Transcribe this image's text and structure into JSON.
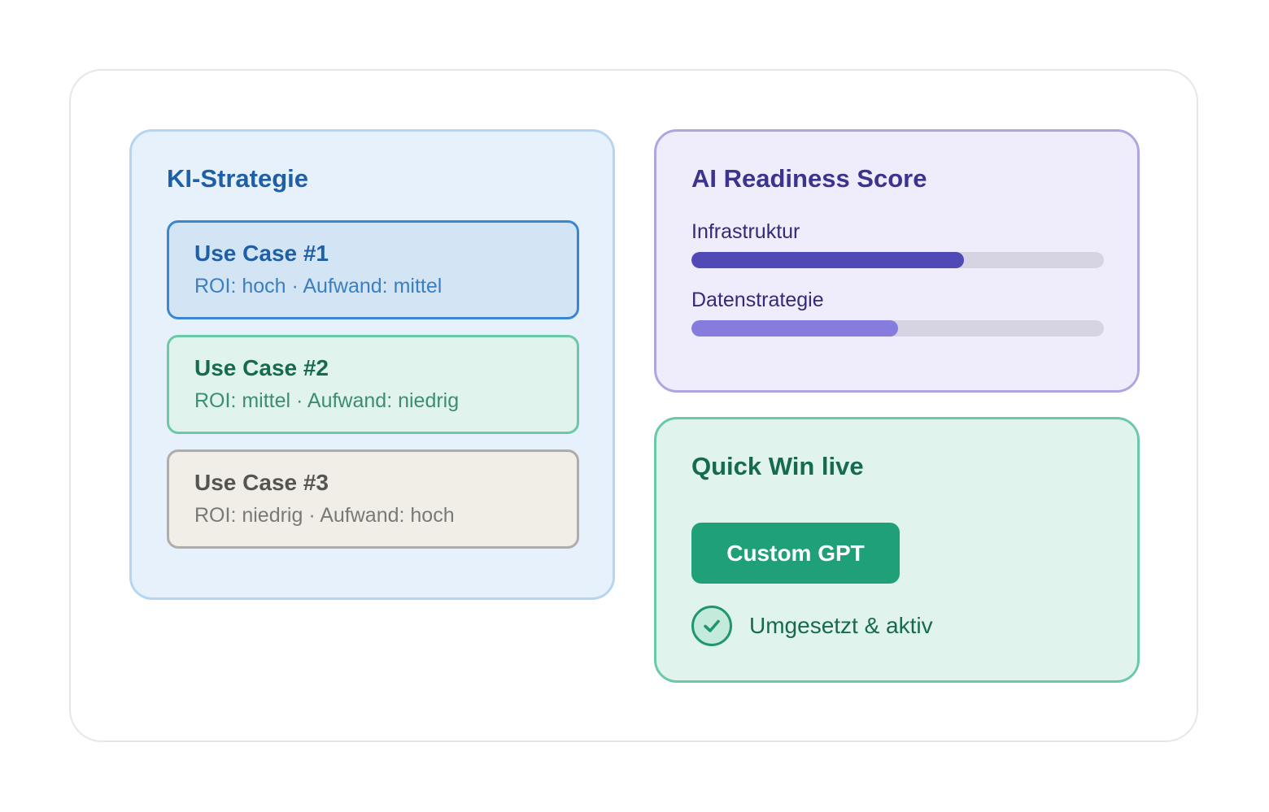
{
  "strategy": {
    "title": "KI-Strategie",
    "use_cases": [
      {
        "title": "Use Case #1",
        "meta": "ROI: hoch · Aufwand: mittel"
      },
      {
        "title": "Use Case #2",
        "meta": "ROI: mittel · Aufwand: niedrig"
      },
      {
        "title": "Use Case #3",
        "meta": "ROI: niedrig · Aufwand: hoch"
      }
    ]
  },
  "readiness": {
    "title": "AI Readiness Score",
    "metrics": [
      {
        "label": "Infrastruktur",
        "value": 0.66,
        "color": "#5149b5"
      },
      {
        "label": "Datenstrategie",
        "value": 0.5,
        "color": "#857cde"
      }
    ]
  },
  "quickwin": {
    "title": "Quick Win live",
    "button_label": "Custom GPT",
    "status": "Umgesetzt & aktiv",
    "status_icon": "check-icon"
  },
  "colors": {
    "strategy_accent": "#1f5fa6",
    "readiness_accent": "#3c3290",
    "quickwin_accent": "#1fa078"
  }
}
